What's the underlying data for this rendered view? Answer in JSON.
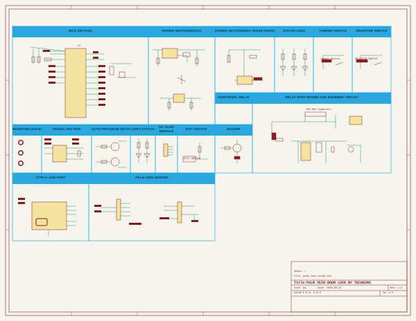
{
  "sections": [
    {
      "id": "mcu",
      "title": "MCU SECTION"
    },
    {
      "id": "power",
      "title": "POWER SECTION(DCDC)"
    },
    {
      "id": "power-noise",
      "title": "POWER SECTION(MAC NOISE PROOF)"
    },
    {
      "id": "status",
      "title": "STATUS LEDS"
    },
    {
      "id": "tamper",
      "title": "TAMPER SWITCH"
    },
    {
      "id": "register",
      "title": "REGISTER SWITCH"
    },
    {
      "id": "relay-add",
      "title": "ADDITIONAL RELAY"
    },
    {
      "id": "relay-driver",
      "title": "RELAY WITH DRIVER AND SNUBBER CIRCUIT"
    },
    {
      "id": "mounting",
      "title": "MOUNTING HOLES"
    },
    {
      "id": "ch340c",
      "title": "CH340C SECTION"
    },
    {
      "id": "autoprog",
      "title": "AUTO-PROGRAM SECTION"
    },
    {
      "id": "uart",
      "title": "UART STATUS"
    },
    {
      "id": "oled",
      "title": "I2C OLED MODULE"
    },
    {
      "id": "exit",
      "title": "EXIT SWITCH"
    },
    {
      "id": "buzzer",
      "title": "BUZZER"
    },
    {
      "id": "usbc",
      "title": "TYPE-C USB PORT"
    },
    {
      "id": "palm",
      "title": "PALM VEIN SENSOR"
    }
  ],
  "components": {
    "mcu_ref": "U1",
    "relay_cap": "100 Nan Capacitor",
    "tamper_label": "Tamper_Switch",
    "register_label": "REGISTER_SWITCH",
    "exit_label": "EXIT_SWITCH"
  },
  "title_block": {
    "sheet": "Sheet: /",
    "file": "File: palm_lock.kicad_sch",
    "title_prefix": "Title:",
    "title": "PALM VEIN DOOR LOCK BY TECHESMS",
    "size": "Size: A4",
    "date": "Date: 2026-08-21",
    "kicad": "KiCad E.D.A. 8.0.5",
    "rev": "Rev: 1.0",
    "id": "Id: 1/1"
  },
  "colors": {
    "header": "#29a8e0",
    "frame": "#8b1a1a",
    "wire": "#1f9a46",
    "part": "#8b1a1a",
    "fill": "#f2e3a0",
    "bg": "#f5f4ef"
  }
}
